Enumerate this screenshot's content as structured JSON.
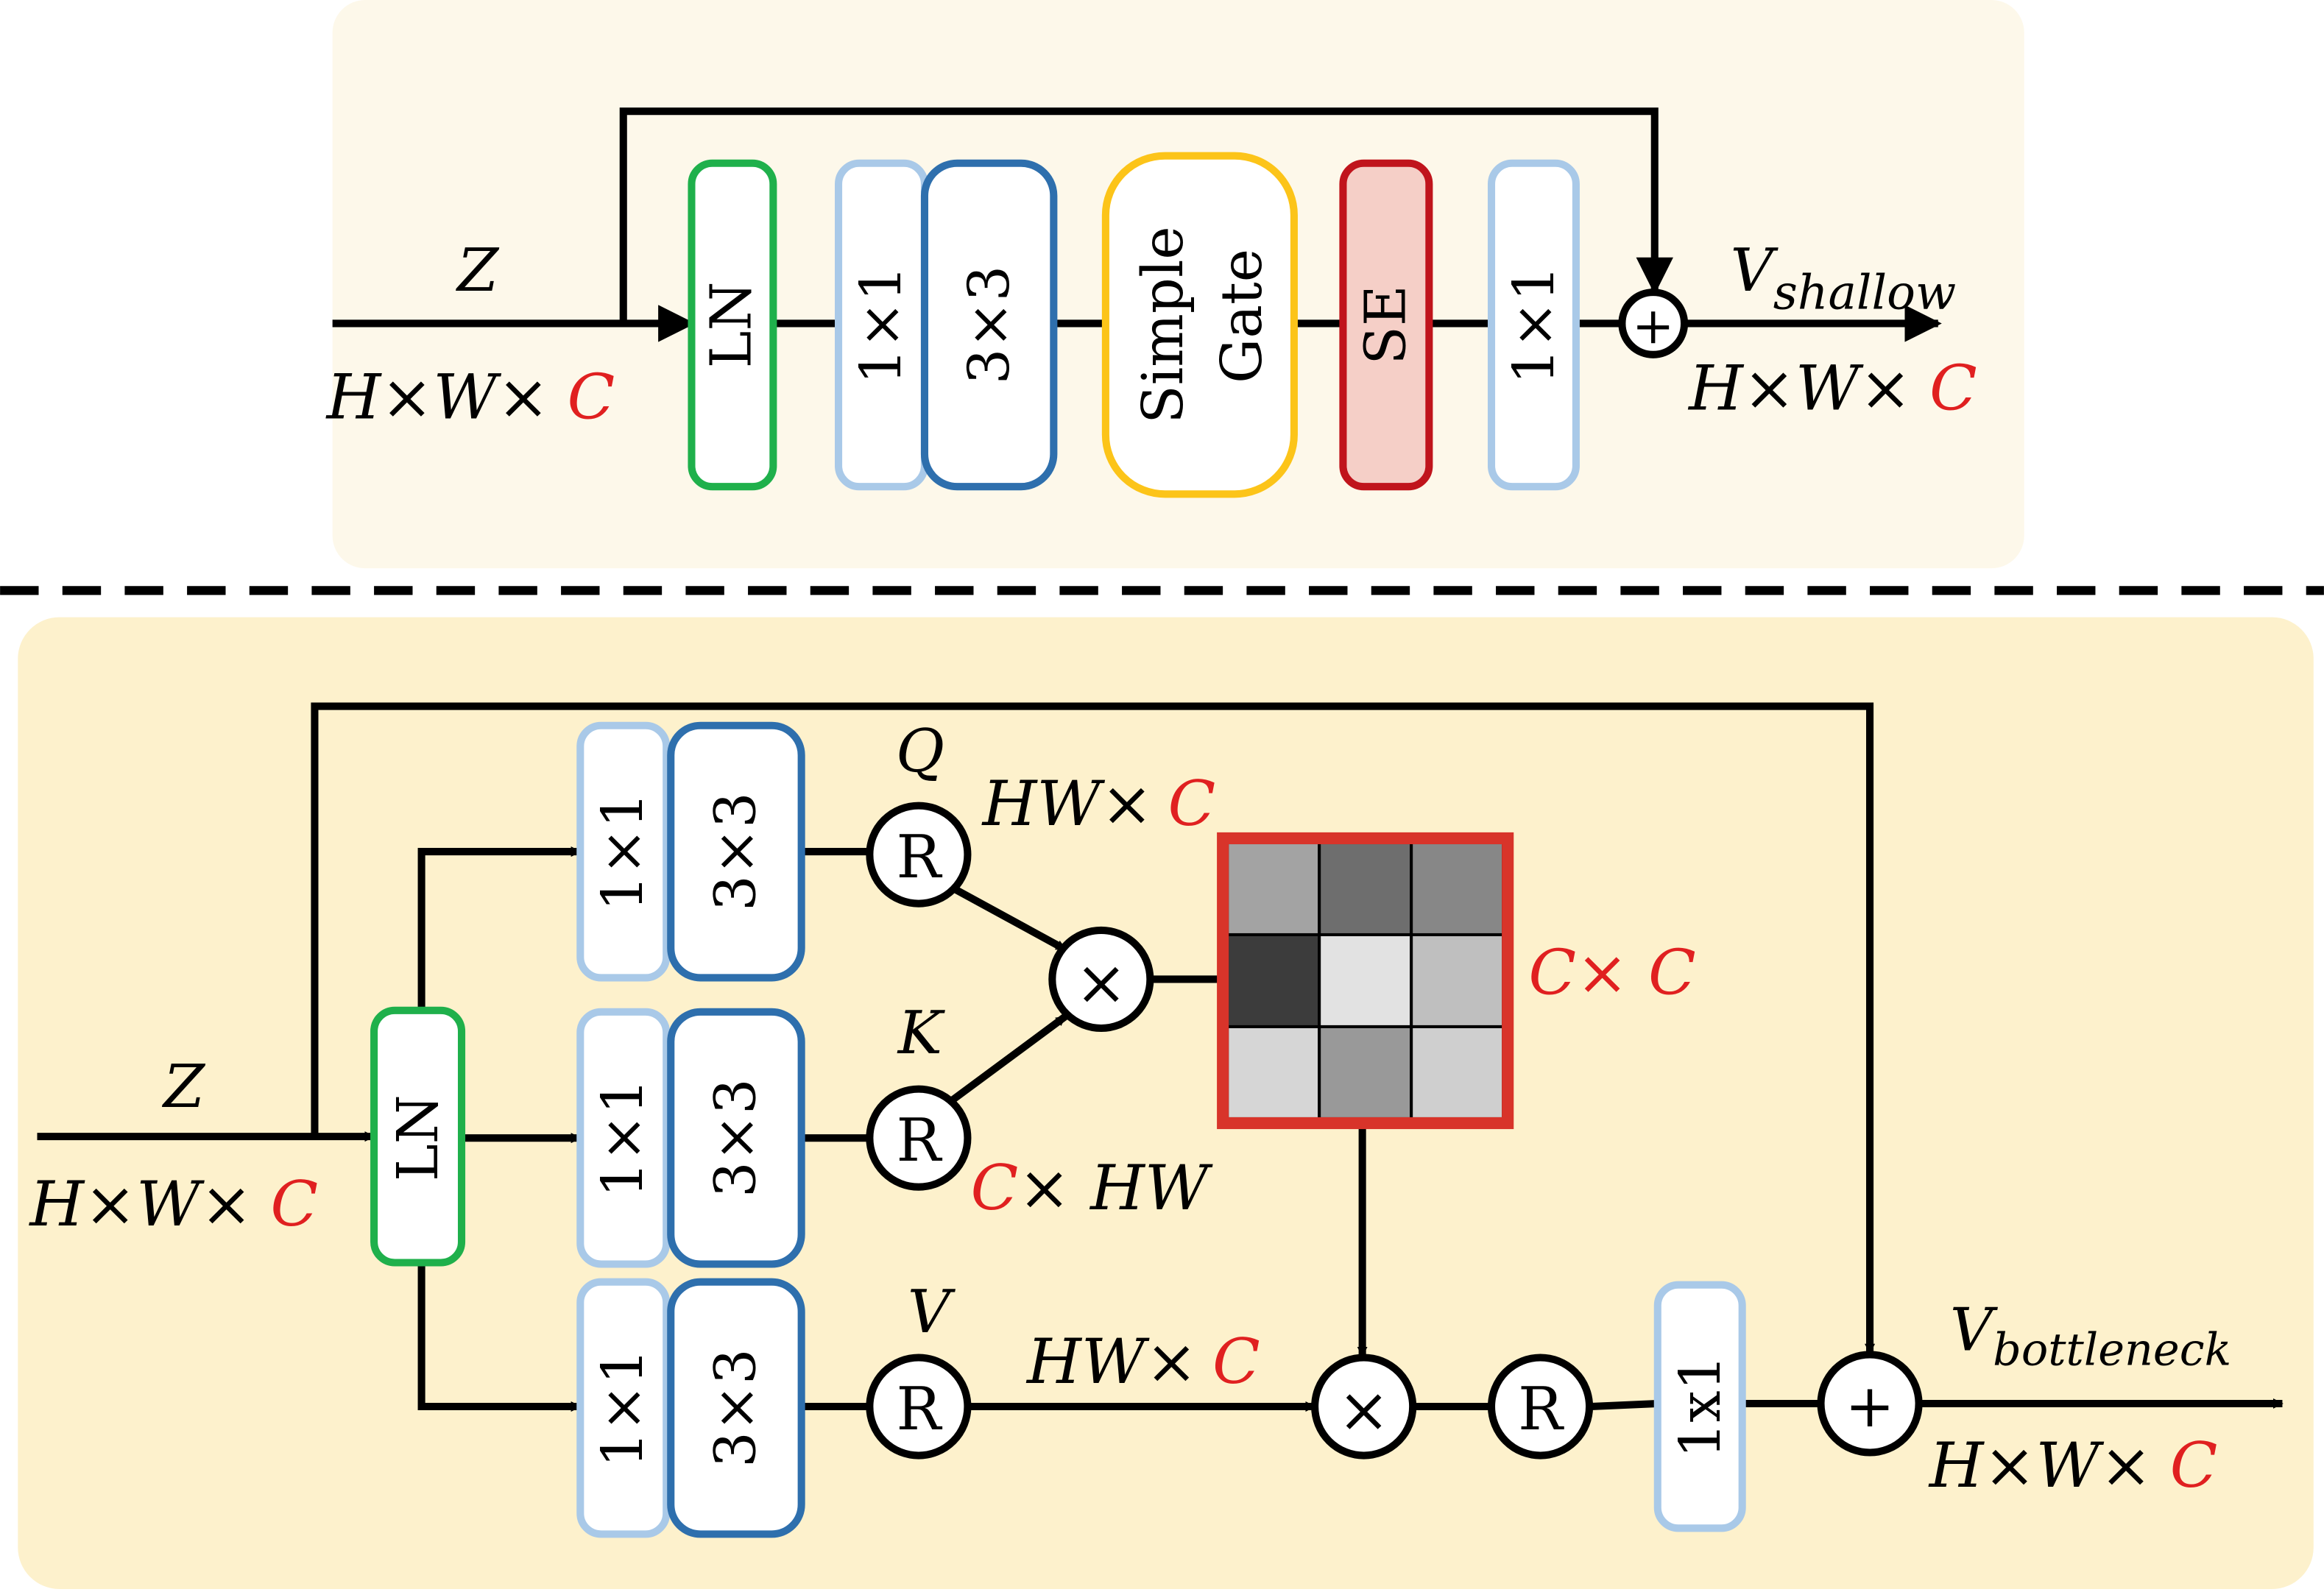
{
  "colors": {
    "panel_top": "#fdf8ea",
    "panel_bottom": "#fdf1cc",
    "ln": "#1fb04b",
    "conv1": "#a9c9e8",
    "conv3": "#2e6fad",
    "simple_gate": "#fcc419",
    "se_stroke": "#c0141c",
    "se_fill": "#f5cfc7",
    "attn_border": "#d8342a",
    "accent_red": "#e02020",
    "line": "#000000"
  },
  "top": {
    "input_var": "Z",
    "input_dims": {
      "prefix": "H×W×",
      "channel": "C"
    },
    "blocks": {
      "ln": "LN",
      "conv1": "1×1",
      "conv3": "3×3",
      "simple_gate_line1": "Simple",
      "simple_gate_line2": "Gate",
      "se": "SE",
      "conv1_out": "1×1"
    },
    "add_symbol": "+",
    "output_var": {
      "base": "V",
      "sub": "shallow"
    },
    "output_dims": {
      "prefix": "H×W×",
      "channel": "C"
    }
  },
  "bottom": {
    "input_var": "Z",
    "input_dims": {
      "prefix": "H×W×",
      "channel": "C"
    },
    "ln": "LN",
    "q_branch": {
      "conv1": "1×1",
      "conv3": "3×3",
      "reshape": "R",
      "var": "Q",
      "dims_prefix": "HW×",
      "dims_channel": "C"
    },
    "k_branch": {
      "conv1": "1×1",
      "conv3": "3×3",
      "reshape": "R",
      "var": "K",
      "dims_channel": "C",
      "dims_suffix": "× HW"
    },
    "v_branch": {
      "conv1": "1×1",
      "conv3": "3×3",
      "reshape": "R",
      "var": "V",
      "dims_prefix": "HW×",
      "dims_channel": "C"
    },
    "mult_symbol": "×",
    "attn_dims": "C× C",
    "attn_matrix": [
      [
        "#a3a3a3",
        "#6e6e6e",
        "#878787"
      ],
      [
        "#3c3c3c",
        "#e2e2e2",
        "#bfbfbf"
      ],
      [
        "#d6d6d6",
        "#999999",
        "#cfcfcf"
      ]
    ],
    "reshape_out": "R",
    "conv_out": "1x1",
    "add_symbol": "+",
    "output_var": {
      "base": "V",
      "sub": "bottleneck"
    },
    "output_dims": {
      "prefix": "H×W×",
      "channel": "C"
    }
  }
}
